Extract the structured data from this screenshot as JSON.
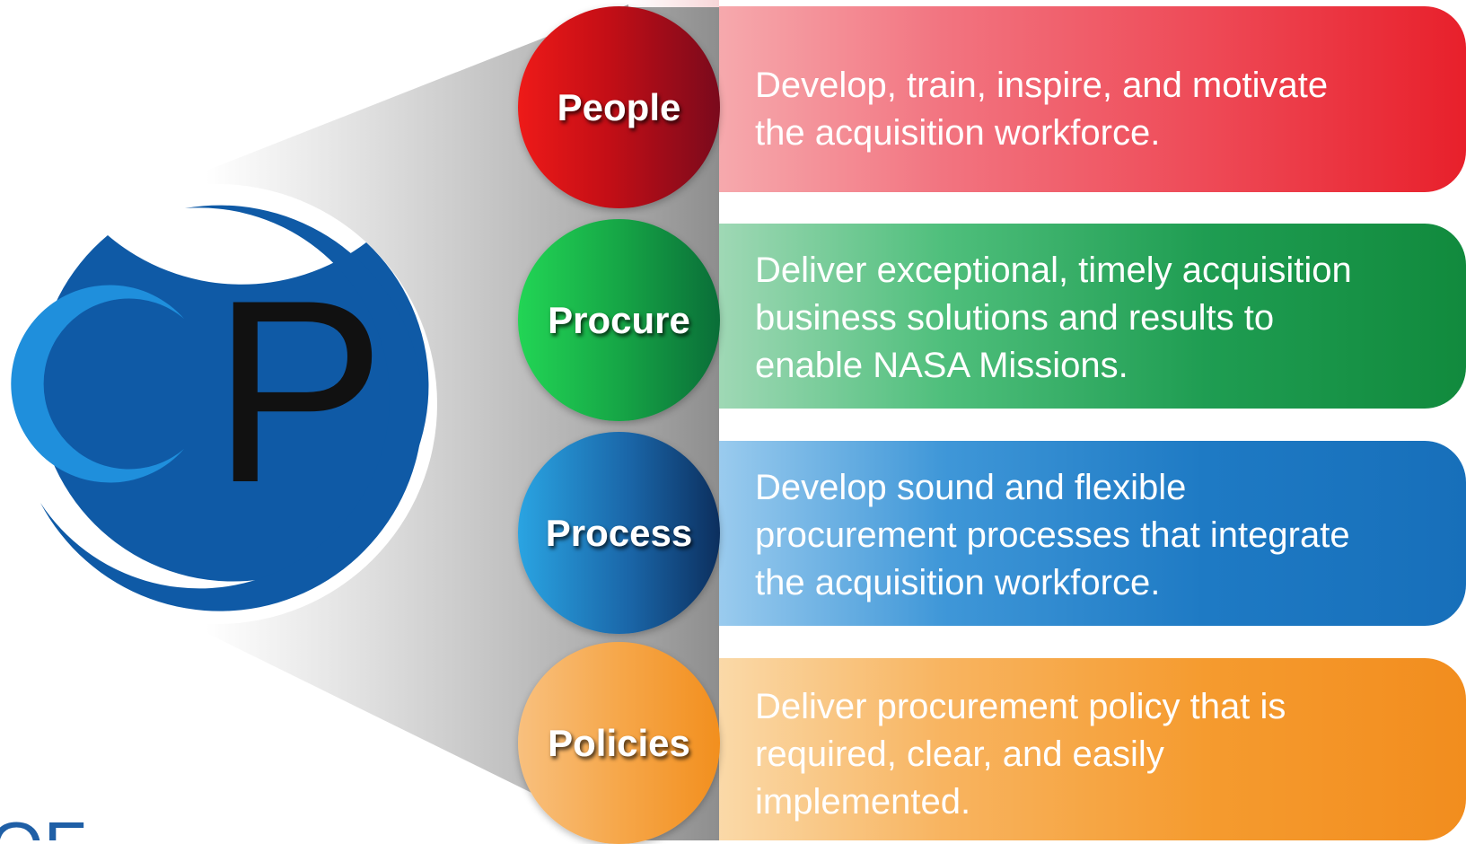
{
  "logo": {
    "letter": "P",
    "partial_text": "OF"
  },
  "rows": [
    {
      "key": "people",
      "label": "People",
      "lines": [
        "Develop, train, inspire, and motivate",
        "the acquisition workforce."
      ]
    },
    {
      "key": "procure",
      "label": "Procure",
      "lines": [
        "Deliver exceptional, timely acquisition",
        "business solutions and results to",
        "enable NASA Missions."
      ]
    },
    {
      "key": "process",
      "label": "Process",
      "lines": [
        "Develop sound and flexible",
        "procurement processes that integrate",
        "the acquisition workforce."
      ]
    },
    {
      "key": "policies",
      "label": "Policies",
      "lines": [
        "Deliver procurement policy that is",
        "required, clear, and easily",
        "implemented."
      ]
    }
  ],
  "colors": {
    "people": "#e8202b",
    "procure": "#118a3d",
    "process": "#176fba",
    "policies": "#f28d1e",
    "logo_blue": "#1f78c8",
    "logo_navy": "#0f5aa6"
  }
}
